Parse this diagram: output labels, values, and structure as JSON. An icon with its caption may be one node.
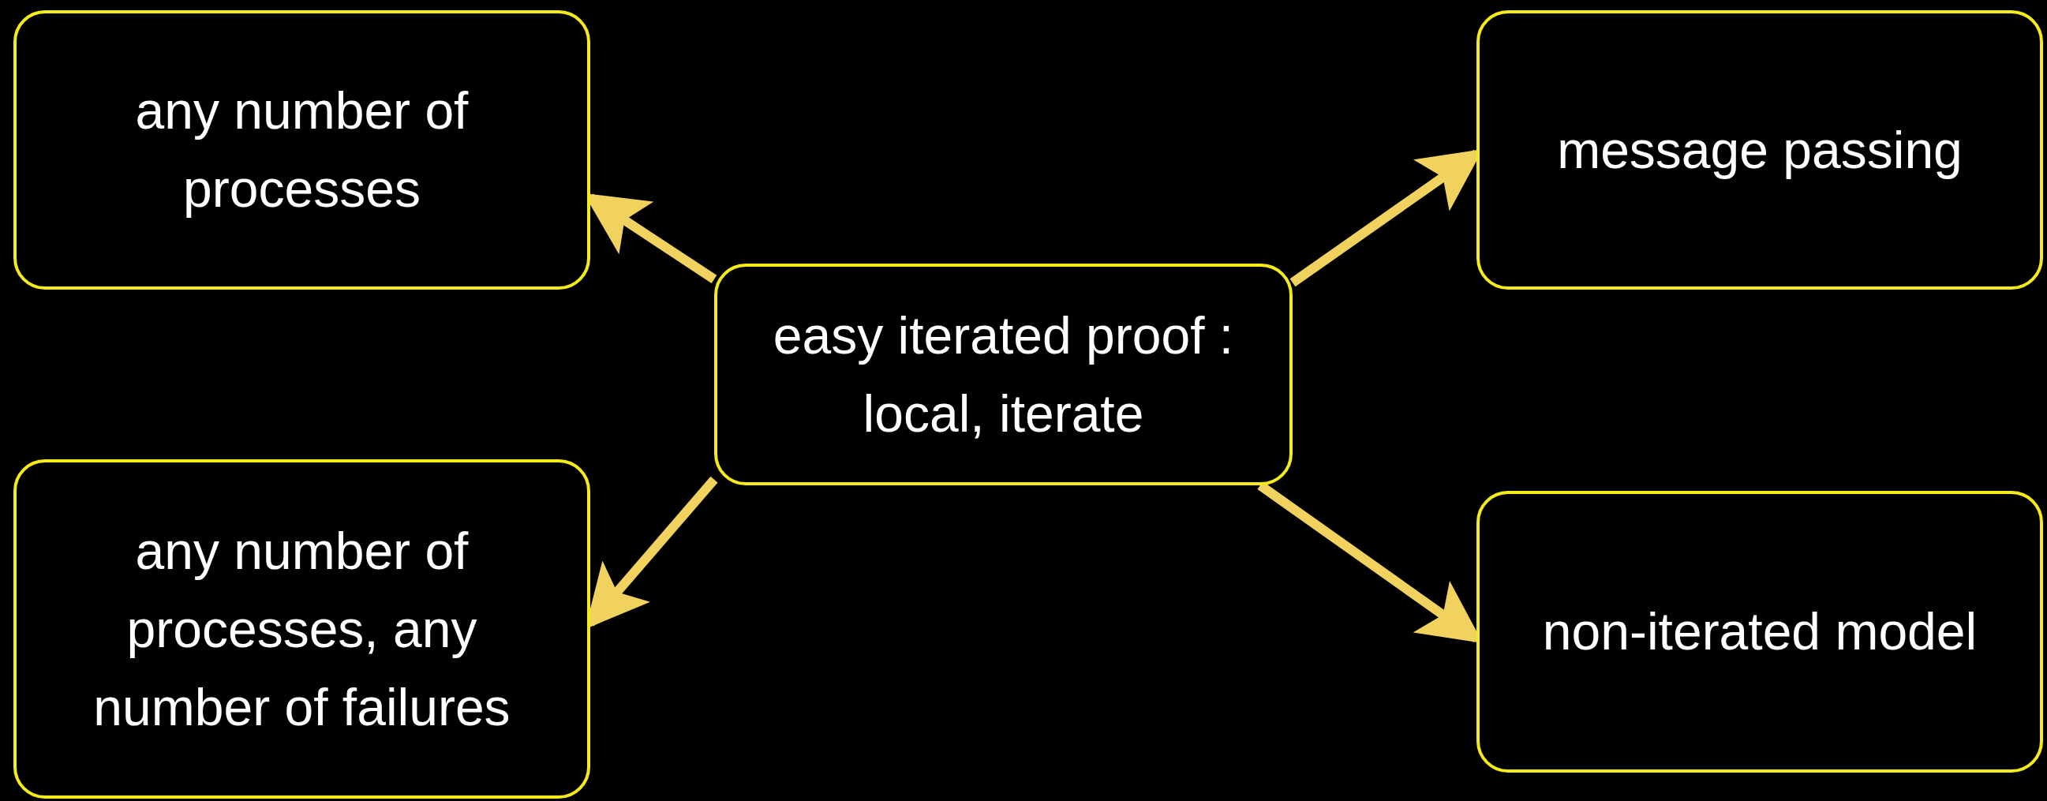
{
  "diagram": {
    "nodes": [
      {
        "text": [
          "any number of processes"
        ]
      },
      {
        "text": [
          "message passing"
        ]
      },
      {
        "text": [
          "easy iterated proof : local, iterate"
        ]
      },
      {
        "text": [
          "any number of processes, any number of failures"
        ]
      },
      {
        "text": [
          "non-iterated model"
        ]
      }
    ],
    "edges": [
      {
        "from": 2,
        "to": 0,
        "arrow": "to"
      },
      {
        "from": 2,
        "to": 1,
        "arrow": "to"
      },
      {
        "from": 2,
        "to": 3,
        "arrow": "to"
      },
      {
        "from": 2,
        "to": 4,
        "arrow": "to"
      }
    ]
  }
}
